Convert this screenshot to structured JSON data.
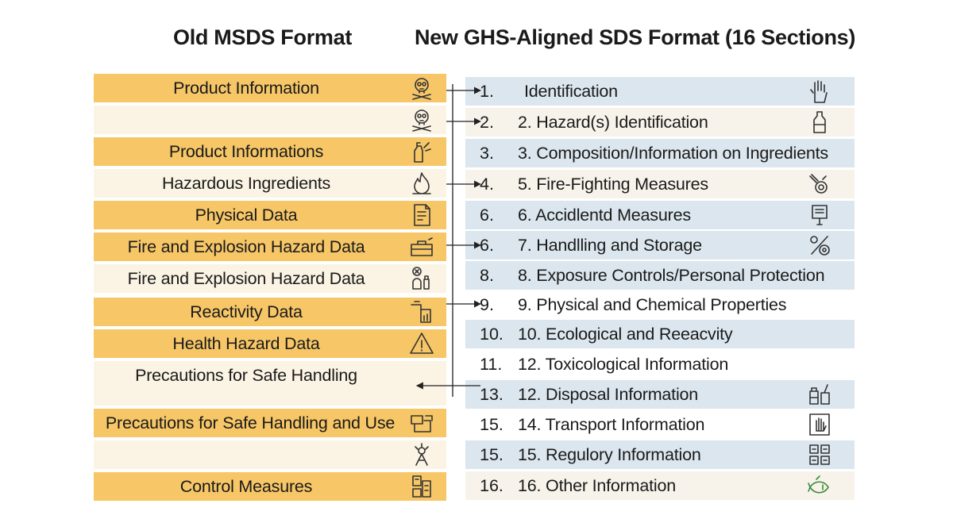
{
  "headings": {
    "left": "Old MSDS Format",
    "right": "New GHS-Aligned SDS Format (16 Sections)"
  },
  "old_format": [
    {
      "label": "Product Information",
      "icon": "skull-crossbones-icon"
    },
    {
      "label": "",
      "icon": "skull-crossbones-icon"
    },
    {
      "label": "Product Informations",
      "icon": "spray-bottle-icon"
    },
    {
      "label": "Hazardous Ingredients",
      "icon": "flame-icon"
    },
    {
      "label": "Physical Data",
      "icon": "document-icon"
    },
    {
      "label": "Fire and Explosion Hazard Data",
      "icon": "toolbox-icon"
    },
    {
      "label": "Fire and Explosion Hazard Data",
      "icon": "chemical-bottles-icon"
    },
    {
      "label": "Reactivity Data",
      "icon": "faucet-icon"
    },
    {
      "label": "Health Hazard Data",
      "icon": "warning-triangle-icon"
    },
    {
      "label": "Precautions for Safe Handling",
      "icon": ""
    },
    {
      "label": "Precautions for Safe Handling and Use",
      "icon": "storage-boxes-icon"
    },
    {
      "label": "",
      "icon": "molecule-person-icon"
    },
    {
      "label": "Control Measures",
      "icon": "equipment-icon"
    }
  ],
  "new_format": [
    {
      "num": "1.",
      "label": "Identification",
      "icon": "glove-icon"
    },
    {
      "num": "2.",
      "label": "2. Hazard(s) Identification",
      "icon": "bottle-icon"
    },
    {
      "num": "3.",
      "label": "3. Composition/Information on Ingredients",
      "icon": ""
    },
    {
      "num": "4.",
      "label": "5. Fire-Fighting Measures",
      "icon": "safety-goggles-icon"
    },
    {
      "num": "6.",
      "label": "6. Accidlentd Measures",
      "icon": "sign-icon"
    },
    {
      "num": "6.",
      "label": "7. Handlling and Storage",
      "icon": "percent-icon"
    },
    {
      "num": "8.",
      "label": "8. Exposure Controls/Personal Protection",
      "icon": ""
    },
    {
      "num": "9.",
      "label": "9. Physical and Chemical Properties",
      "icon": ""
    },
    {
      "num": "10.",
      "label": "10. Ecological and Reeacvity",
      "icon": ""
    },
    {
      "num": "11.",
      "label": "12. Toxicological Information",
      "icon": ""
    },
    {
      "num": "13.",
      "label": "12. Disposal Information",
      "icon": "disposal-containers-icon"
    },
    {
      "num": "15.",
      "label": "14. Transport Information",
      "icon": "hand-icon"
    },
    {
      "num": "15.",
      "label": "15. Regulory Information",
      "icon": "regulatory-icon"
    },
    {
      "num": "16.",
      "label": "16. Other Information",
      "icon": "fish-icon"
    }
  ]
}
